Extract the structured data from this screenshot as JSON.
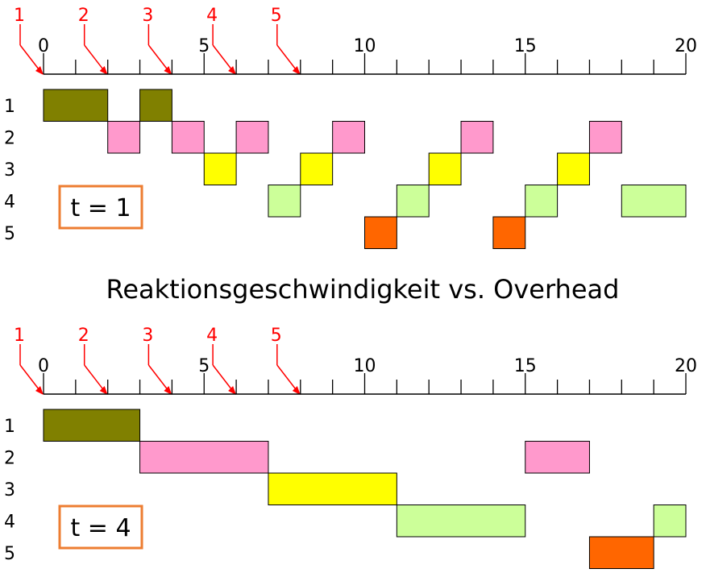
{
  "title": "Reaktionsgeschwindigkeit vs. Overhead",
  "colors": {
    "process_1": "#808000",
    "process_2": "#ff99cc",
    "process_3": "#ffff00",
    "process_4": "#ccff99",
    "process_5": "#ff6600",
    "arrival": "#ff0000",
    "badge_border": "#ed7d31",
    "axis": "#000000"
  },
  "axis": {
    "min": 0,
    "max": 20,
    "labeled_ticks": [
      "0",
      "5",
      "10",
      "15",
      "20"
    ]
  },
  "arrivals": [
    {
      "label": "1",
      "time": 0
    },
    {
      "label": "2",
      "time": 2
    },
    {
      "label": "3",
      "time": 4
    },
    {
      "label": "4",
      "time": 6
    },
    {
      "label": "5",
      "time": 8
    }
  ],
  "row_labels": [
    "1",
    "2",
    "3",
    "4",
    "5"
  ],
  "schedules": [
    {
      "badge": "t = 1",
      "blocks": [
        {
          "process": 1,
          "start": 0,
          "end": 2
        },
        {
          "process": 2,
          "start": 2,
          "end": 3
        },
        {
          "process": 1,
          "start": 3,
          "end": 4
        },
        {
          "process": 2,
          "start": 4,
          "end": 5
        },
        {
          "process": 3,
          "start": 5,
          "end": 6
        },
        {
          "process": 2,
          "start": 6,
          "end": 7
        },
        {
          "process": 4,
          "start": 7,
          "end": 8
        },
        {
          "process": 3,
          "start": 8,
          "end": 9
        },
        {
          "process": 2,
          "start": 9,
          "end": 10
        },
        {
          "process": 5,
          "start": 10,
          "end": 11
        },
        {
          "process": 4,
          "start": 11,
          "end": 12
        },
        {
          "process": 3,
          "start": 12,
          "end": 13
        },
        {
          "process": 2,
          "start": 13,
          "end": 14
        },
        {
          "process": 5,
          "start": 14,
          "end": 15
        },
        {
          "process": 4,
          "start": 15,
          "end": 16
        },
        {
          "process": 3,
          "start": 16,
          "end": 17
        },
        {
          "process": 2,
          "start": 17,
          "end": 18
        },
        {
          "process": 4,
          "start": 18,
          "end": 20
        }
      ]
    },
    {
      "badge": "t = 4",
      "blocks": [
        {
          "process": 1,
          "start": 0,
          "end": 3
        },
        {
          "process": 2,
          "start": 3,
          "end": 7
        },
        {
          "process": 3,
          "start": 7,
          "end": 11
        },
        {
          "process": 4,
          "start": 11,
          "end": 15
        },
        {
          "process": 2,
          "start": 15,
          "end": 17
        },
        {
          "process": 5,
          "start": 17,
          "end": 19
        },
        {
          "process": 4,
          "start": 19,
          "end": 20
        }
      ]
    }
  ]
}
